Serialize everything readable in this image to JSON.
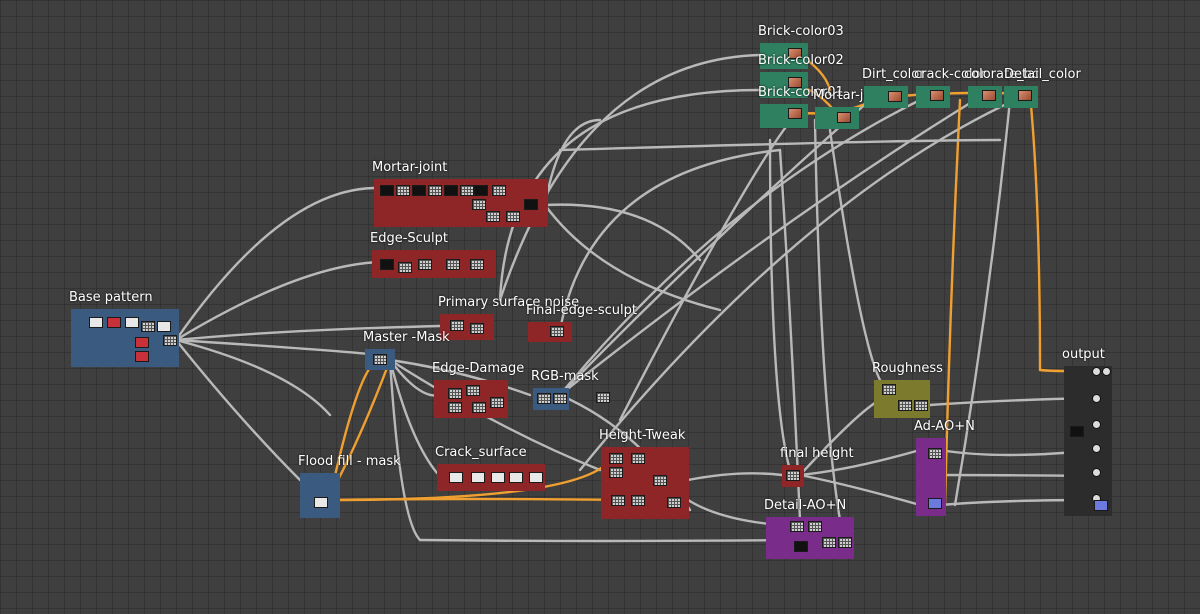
{
  "frames": [
    {
      "key": "brick_color03",
      "title": "Brick-color03",
      "color": "green"
    },
    {
      "key": "brick_color02",
      "title": "Brick-color02",
      "color": "green"
    },
    {
      "key": "brick_color01",
      "title": "Brick-color01",
      "color": "green"
    },
    {
      "key": "mortar_joint_color",
      "title": "Mortar-joint",
      "color": "green"
    },
    {
      "key": "dirt_color",
      "title": "Dirt_color",
      "color": "green"
    },
    {
      "key": "crack_color",
      "title": "crack-color",
      "color": "green"
    },
    {
      "key": "colorate_bc",
      "title": "colorate_bc",
      "color": "green"
    },
    {
      "key": "detail_color",
      "title": "Detail_color",
      "color": "green"
    },
    {
      "key": "mortar_joint",
      "title": "Mortar-joint",
      "color": "red"
    },
    {
      "key": "edge_sculpt",
      "title": "Edge-Sculpt",
      "color": "red"
    },
    {
      "key": "base_pattern",
      "title": "Base pattern",
      "color": "blue"
    },
    {
      "key": "primary_noise",
      "title": "Primary surface noise",
      "color": "red"
    },
    {
      "key": "final_edge_sculpt",
      "title": "Final-edge-sculpt",
      "color": "red"
    },
    {
      "key": "master_mask",
      "title": "Master -Mask",
      "color": "blue"
    },
    {
      "key": "edge_damage",
      "title": "Edge-Damage",
      "color": "red"
    },
    {
      "key": "rgb_mask",
      "title": "RGB-mask",
      "color": "blue"
    },
    {
      "key": "flood_fill",
      "title": "Flood fill - mask",
      "color": "blue"
    },
    {
      "key": "crack_surface",
      "title": "Crack_surface",
      "color": "red"
    },
    {
      "key": "height_tweak",
      "title": "Height-Tweak",
      "color": "red"
    },
    {
      "key": "roughness",
      "title": "Roughness",
      "color": "olive"
    },
    {
      "key": "ad_ao_n",
      "title": "Ad-AO+N",
      "color": "purple"
    },
    {
      "key": "final_height",
      "title": "final height",
      "color": "red"
    },
    {
      "key": "detail_ao_n",
      "title": "Detail-AO+N",
      "color": "purple"
    },
    {
      "key": "output",
      "title": "output",
      "color": "dark"
    }
  ],
  "colors": {
    "wire": "#b9b9b9",
    "wire_highlight": "#f0a030"
  }
}
